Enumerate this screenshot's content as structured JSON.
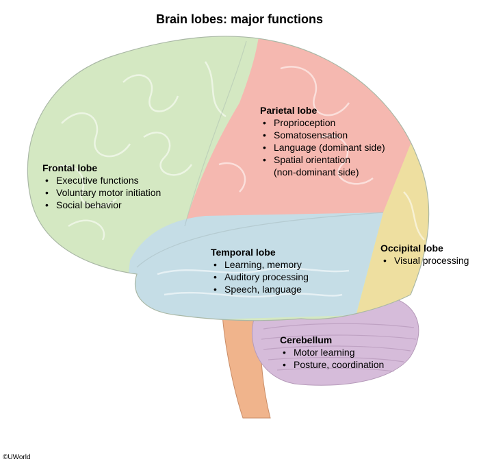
{
  "title": "Brain lobes: major functions",
  "lobes": {
    "frontal": {
      "name": "Frontal lobe",
      "items": [
        "Executive functions",
        "Voluntary motor initiation",
        "Social behavior"
      ]
    },
    "parietal": {
      "name": "Parietal lobe",
      "items": [
        "Proprioception",
        "Somatosensation",
        "Language (dominant side)",
        "Spatial orientation",
        "(non-dominant side)"
      ]
    },
    "temporal": {
      "name": "Temporal lobe",
      "items": [
        "Learning, memory",
        "Auditory processing",
        "Speech, language"
      ]
    },
    "occipital": {
      "name": "Occipital lobe",
      "items": [
        "Visual processing"
      ]
    },
    "cerebellum": {
      "name": "Cerebellum",
      "items": [
        "Motor learning",
        "Posture, coordination"
      ]
    }
  },
  "colors": {
    "frontal": "#d4e8c2",
    "parietal": "#f5b8b0",
    "temporal": "#c5dde6",
    "occipital": "#eedfa0",
    "cerebellum": "#d6bcda",
    "brainstem": "#f0b48c"
  },
  "copyright": "©UWorld"
}
